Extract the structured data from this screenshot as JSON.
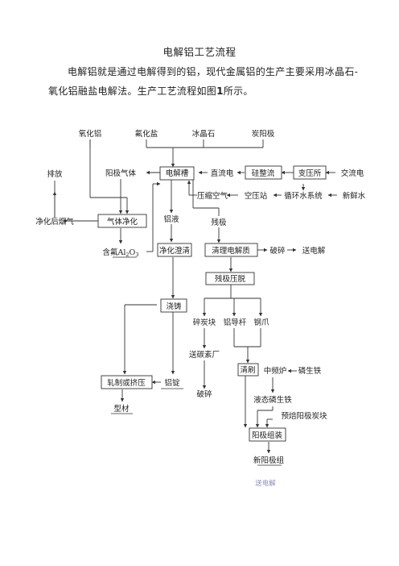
{
  "doc": {
    "title": "电解铝工艺流程",
    "para_a": "电解铝就是通过电解得到的铝，现代金属铝的生产主要采用冰晶石-氧化铝融盐电解法。生产工艺流程如图",
    "para_num": "1",
    "para_b": "所示。",
    "note": "送电解"
  },
  "flow": {
    "raw1": "氧化铝",
    "raw2": "氟化盐",
    "raw3": "冰晶石",
    "raw4": "炭阳极",
    "emission": "排放",
    "anode_gas": "阳极气体",
    "cell": "电解槽",
    "dc": "直流电",
    "rectifier": "硅整流",
    "substation": "变压所",
    "ac": "交流电",
    "compressed_air": "压缩空气",
    "compressor": "空压站",
    "water_system": "循环水系统",
    "fresh_water": "新鲜水",
    "purified_flue": "净化后烟气",
    "gas_clean": "气体净化",
    "al_liquid": "铝液",
    "residual": "残极",
    "fluoride_pre": "含氟Al",
    "fluoride_sub1": "2",
    "fluoride_o": "O",
    "fluoride_sub2": "3",
    "purify": "净化澄清",
    "clean_bath": "清理电解质",
    "crush": "破碎",
    "send_cell": "送电解",
    "press_off": "残极压脱",
    "casting": "浇铸",
    "carbon": "碎炭块",
    "rod": "铝导杆",
    "claw": "钢爪",
    "to_carbon": "送碳素厂",
    "crush2": "破碎",
    "brush": "清刷",
    "freq_furnace": "中频炉",
    "phos_iron": "磷生铁",
    "liquid_iron": "液态磷生铁",
    "prebake": "预焙阳极炭块",
    "rolling": "轧制或挤压",
    "ingot": "铝锭",
    "profile": "型材",
    "anode_assembly": "阳极组装",
    "new_anode": "新阳极组"
  }
}
